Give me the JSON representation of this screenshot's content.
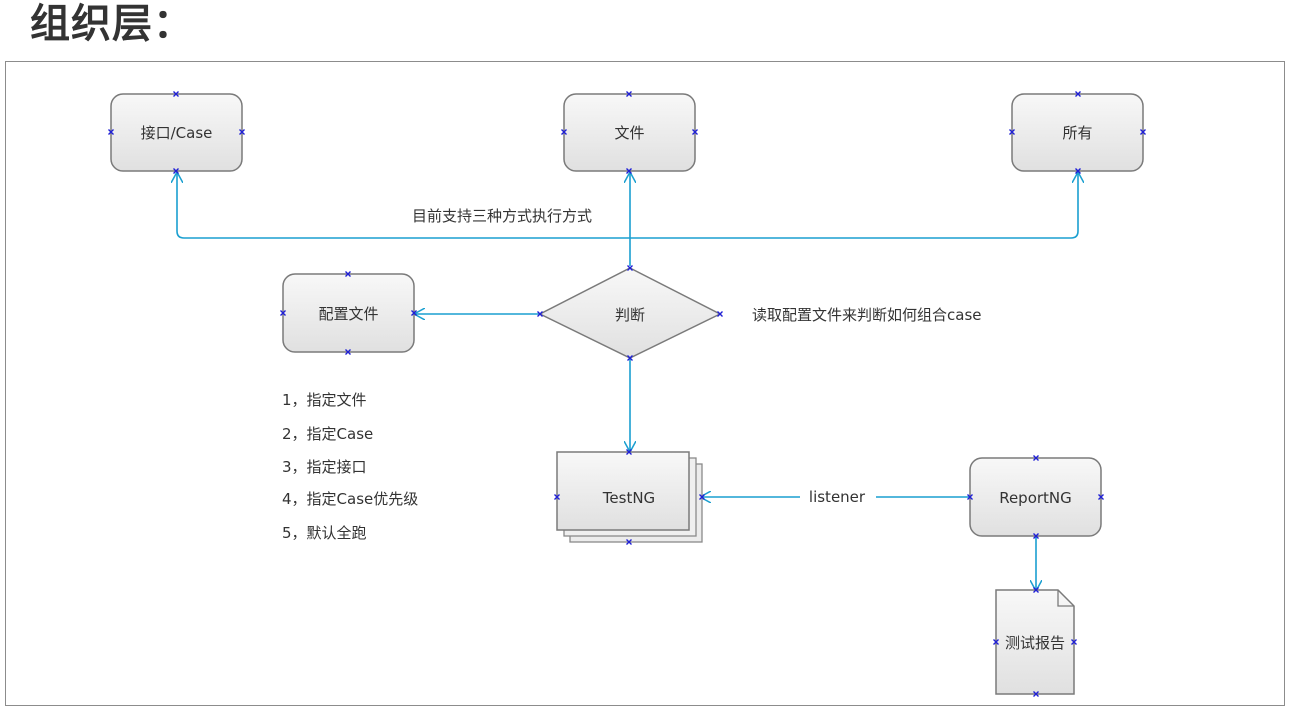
{
  "heading": "组织层：",
  "nodes": {
    "api_case": {
      "label": "接口/Case",
      "shape": "rounded-rect"
    },
    "file": {
      "label": "文件",
      "shape": "rounded-rect"
    },
    "all": {
      "label": "所有",
      "shape": "rounded-rect"
    },
    "config_file": {
      "label": "配置文件",
      "shape": "rounded-rect"
    },
    "decision": {
      "label": "判断",
      "shape": "diamond"
    },
    "testng": {
      "label": "TestNG",
      "shape": "stacked-rect"
    },
    "reportng": {
      "label": "ReportNG",
      "shape": "rounded-rect"
    },
    "test_report": {
      "label": "测试报告",
      "shape": "document"
    }
  },
  "edges": [
    {
      "from": "decision",
      "to": "api_case"
    },
    {
      "from": "decision",
      "to": "file"
    },
    {
      "from": "decision",
      "to": "all"
    },
    {
      "from": "decision",
      "to": "config_file"
    },
    {
      "from": "decision",
      "to": "testng"
    },
    {
      "from": "reportng",
      "to": "testng",
      "label": "listener"
    },
    {
      "from": "reportng",
      "to": "test_report"
    }
  ],
  "annotations": {
    "execution_modes": "目前支持三种方式执行方式",
    "decision_note": "读取配置文件来判断如何组合case",
    "listener": "listener"
  },
  "config_options": [
    "1，指定文件",
    "2，指定Case",
    "3，指定接口",
    "4，指定Case优先级",
    "5，默认全跑"
  ],
  "colors": {
    "edge": "#1a9fd0",
    "node_border": "#7a7a7a",
    "node_fill_top": "#f7f7f7",
    "node_fill_bottom": "#e2e2e2",
    "port_marker": "#1f1fd6",
    "heading": "#333333"
  }
}
